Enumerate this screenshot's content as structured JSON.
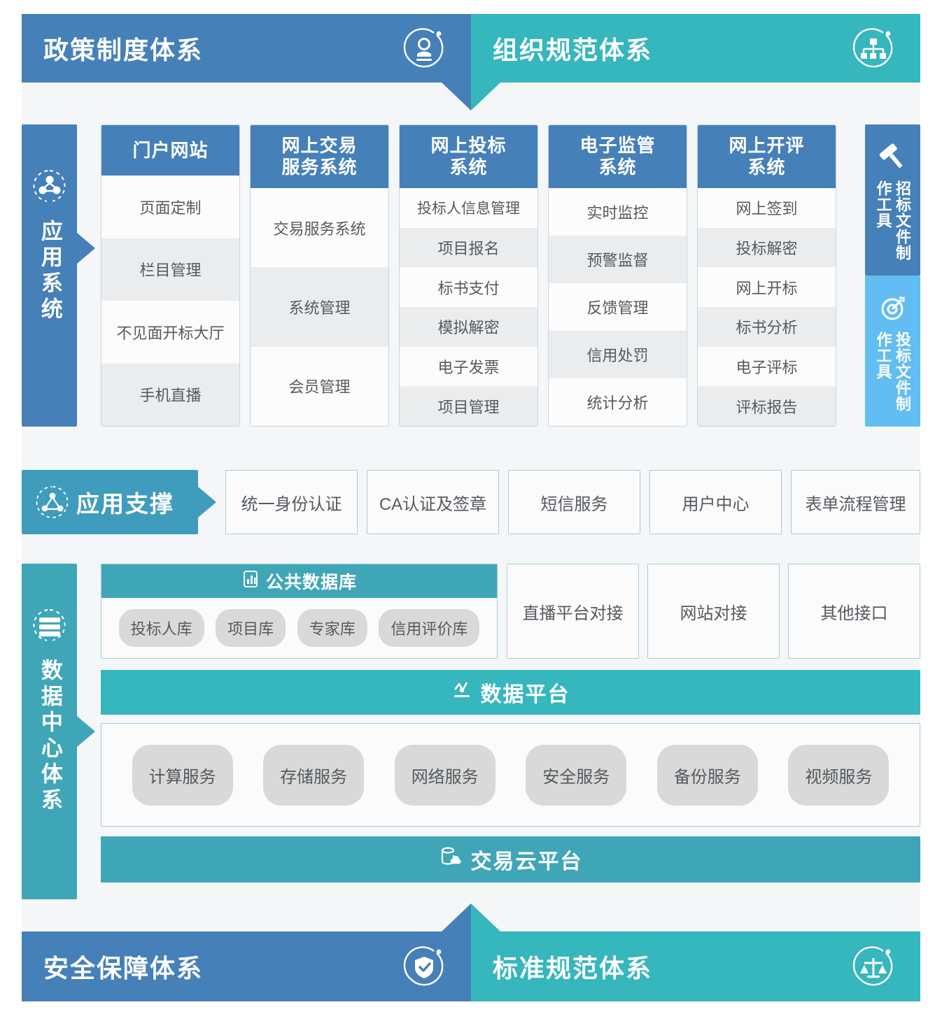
{
  "header": {
    "left": {
      "title": "政策制度体系",
      "icon": "policy-seal-icon",
      "color": "#4580b9"
    },
    "right": {
      "title": "组织规范体系",
      "icon": "org-chart-icon",
      "color": "#36b6bd"
    }
  },
  "footer": {
    "left": {
      "title": "安全保障体系",
      "icon": "shield-check-icon",
      "color": "#4580b9"
    },
    "right": {
      "title": "标准规范体系",
      "icon": "balance-scale-icon",
      "color": "#36b6bd"
    }
  },
  "application_systems": {
    "rail": {
      "label": "应用系统",
      "icon": "network-nodes-icon",
      "color": "#4580b9"
    },
    "columns": [
      {
        "title": "门户网站",
        "items": [
          "页面定制",
          "栏目管理",
          "不见面开标大厅",
          "手机直播"
        ]
      },
      {
        "title": "网上交易\n服务系统",
        "items": [
          "交易服务系统",
          "系统管理",
          "会员管理"
        ]
      },
      {
        "title": "网上投标\n系统",
        "items": [
          "投标人信息管理",
          "项目报名",
          "标书支付",
          "模拟解密",
          "电子发票",
          "项目管理"
        ]
      },
      {
        "title": "电子监管\n系统",
        "items": [
          "实时监控",
          "预警监督",
          "反馈管理",
          "信用处罚",
          "统计分析"
        ]
      },
      {
        "title": "网上开评\n系统",
        "items": [
          "网上签到",
          "投标解密",
          "网上开标",
          "标书分析",
          "电子评标",
          "评标报告"
        ]
      }
    ],
    "tools": [
      {
        "label": "招标文件制作工具",
        "icon": "gavel-icon",
        "color": "#4580b9"
      },
      {
        "label": "投标文件制作工具",
        "icon": "target-icon",
        "color": "#62bdf2"
      }
    ]
  },
  "application_support": {
    "tag": {
      "label": "应用支撑",
      "icon": "support-triangle-icon",
      "color": "#3f9cbc"
    },
    "items": [
      "统一身份认证",
      "CA认证及签章",
      "短信服务",
      "用户中心",
      "表单流程管理"
    ]
  },
  "data_center": {
    "rail": {
      "label": "数据中心体系",
      "icon": "database-stack-icon",
      "color": "#3fa6b8"
    },
    "public_database": {
      "title": "公共数据库",
      "icon": "bar-chart-db-icon",
      "items": [
        "投标人库",
        "项目库",
        "专家库",
        "信用评价库"
      ]
    },
    "interfaces": [
      "直播平台对接",
      "网站对接",
      "其他接口"
    ],
    "data_platform": {
      "title": "数据平台",
      "icon": "analytics-icon",
      "color": "#36b6bd"
    },
    "services": [
      "计算服务",
      "存储服务",
      "网络服务",
      "安全服务",
      "备份服务",
      "视频服务"
    ],
    "cloud_platform": {
      "title": "交易云平台",
      "icon": "cloud-db-icon",
      "color": "#3fa6b8"
    }
  }
}
